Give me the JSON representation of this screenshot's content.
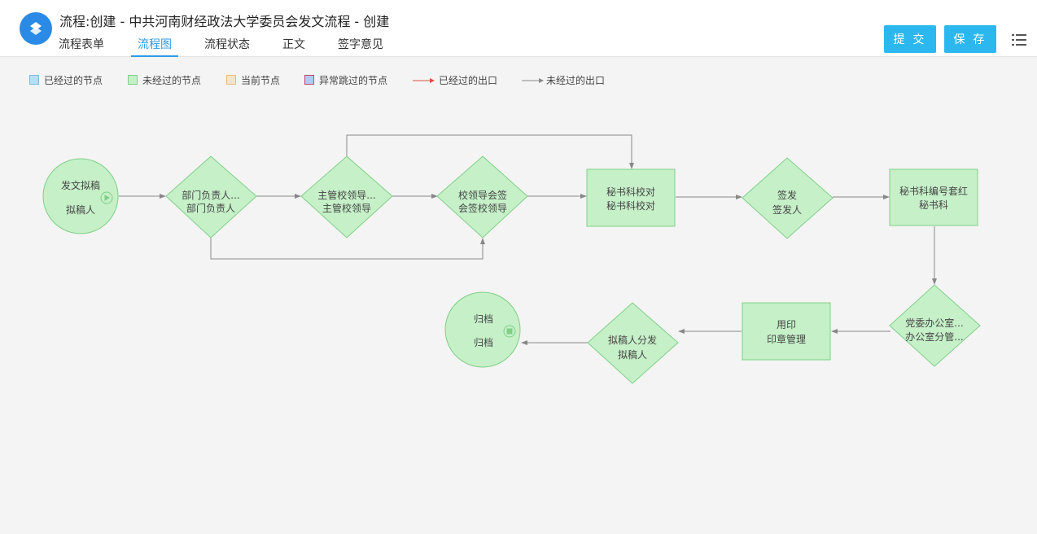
{
  "header": {
    "title": "流程:创建 - 中共河南财经政法大学委员会发文流程 - 创建",
    "tabs": [
      "流程表单",
      "流程图",
      "流程状态",
      "正文",
      "签字意见"
    ],
    "active_tab": "流程图",
    "submit_label": "提 交",
    "save_label": "保 存"
  },
  "legend": {
    "passed_node": "已经过的节点",
    "unpassed_node": "未经过的节点",
    "current_node": "当前节点",
    "skipped_node": "异常跳过的节点",
    "passed_exit": "已经过的出口",
    "unpassed_exit": "未经过的出口"
  },
  "colors": {
    "accent": "#2f9ae8",
    "button": "#2cb8ee",
    "node_fill": "#c6f0c8",
    "node_stroke": "#7fcf86",
    "passed_fill": "#b5dff5",
    "current_fill": "#fde3c4",
    "skipped_fill": "#b5c8f5",
    "passed_edge": "#e04f3f",
    "unpassed_edge": "#888888"
  },
  "flow": {
    "start": {
      "title": "发文拟稿",
      "sub": "拟稿人"
    },
    "n1": {
      "title": "部门负责人...",
      "sub": "部门负责人"
    },
    "n2": {
      "title": "主管校领导...",
      "sub": "主管校领导"
    },
    "n3": {
      "title": "校领导会签",
      "sub": "会签校领导"
    },
    "n4": {
      "title": "秘书科校对",
      "sub": "秘书科校对"
    },
    "n5": {
      "title": "签发",
      "sub": "签发人"
    },
    "n6": {
      "title": "秘书科编号套红",
      "sub": "秘书科"
    },
    "n7": {
      "title": "党委办公室...",
      "sub": "办公室分管..."
    },
    "n8": {
      "title": "用印",
      "sub": "印章管理"
    },
    "n9": {
      "title": "拟稿人分发",
      "sub": "拟稿人"
    },
    "end": {
      "title": "归档",
      "sub": "归档"
    }
  }
}
